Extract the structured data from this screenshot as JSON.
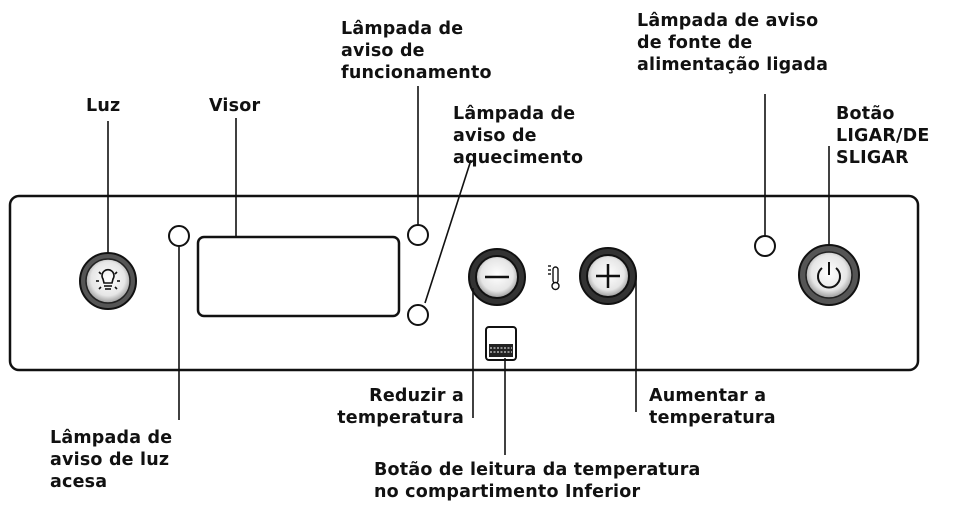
{
  "labels": {
    "luz": "Luz",
    "visor": "Visor",
    "operation_lamp": "Lâmpada de\naviso de\nfuncionamento",
    "heating_lamp": "Lâmpada de\naviso de\naquecimento",
    "power_lamp": "Lâmpada de aviso\nde fonte de\nalimentação ligada",
    "power_button": "Botão\nLIGAR/DE\nSLIGAR",
    "light_on_lamp": "Lâmpada de\naviso de luz\nacesa",
    "decrease_temp": "Reduzir a\ntemperatura",
    "increase_temp": "Aumentar a\ntemperatura",
    "lower_temp_button": "Botão de leitura da temperatura\nno compartimento Inferior"
  },
  "icons": {
    "light": "light-bulb-icon",
    "minus": "minus-icon",
    "plus": "plus-icon",
    "thermometer": "thermometer-icon",
    "lower_compartment": "lower-compartment-icon",
    "power": "power-icon"
  },
  "colors": {
    "line": "#111111",
    "panel_bg": "#ffffff",
    "button_outer": "#8a8a8a",
    "button_inner": "#f2f2f2"
  }
}
